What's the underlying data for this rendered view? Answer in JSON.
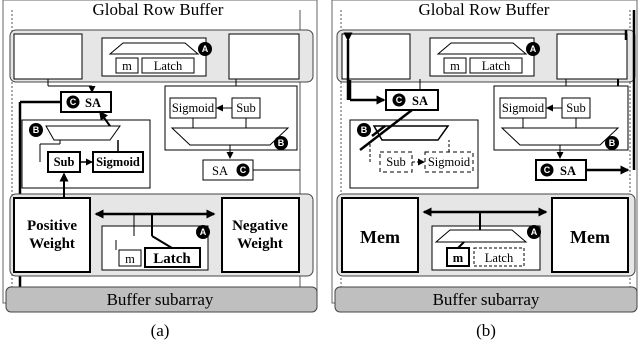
{
  "panels": [
    {
      "global_row_buffer": "Global Row Buffer",
      "buffer_subarray": "Buffer subarray",
      "caption": "(a)",
      "top_mux": {
        "m": "m",
        "latch": "Latch",
        "badge": "A"
      },
      "sa_left": {
        "label": "SA",
        "badge": "C"
      },
      "right_unit": {
        "sigmoid": "Sigmoid",
        "sub": "Sub",
        "badge": "B"
      },
      "sa_right": {
        "label": "SA",
        "badge": "C"
      },
      "left_unit": {
        "sub": "Sub",
        "sigmoid": "Sigmoid",
        "badge": "B"
      },
      "bottom_left": "Positive\nWeight",
      "bottom_left_l1": "Positive",
      "bottom_left_l2": "Weight",
      "bottom_right_l1": "Negative",
      "bottom_right_l2": "Weight",
      "bottom_mux": {
        "m": "m",
        "latch": "Latch",
        "badge": "A"
      }
    },
    {
      "global_row_buffer": "Global Row Buffer",
      "buffer_subarray": "Buffer subarray",
      "caption": "(b)",
      "top_mux": {
        "m": "m",
        "latch": "Latch",
        "badge": "A"
      },
      "sa_left": {
        "label": "SA",
        "badge": "C"
      },
      "right_unit": {
        "sigmoid": "Sigmoid",
        "sub": "Sub",
        "badge": "B"
      },
      "sa_right": {
        "label": "SA",
        "badge": "C"
      },
      "left_unit": {
        "sub": "Sub",
        "sigmoid": "Sigmoid",
        "badge": "B"
      },
      "bottom_left_l1": "Mem",
      "bottom_right_l1": "Mem",
      "bottom_mux": {
        "m": "m",
        "latch": "Latch",
        "badge": "A"
      }
    }
  ]
}
